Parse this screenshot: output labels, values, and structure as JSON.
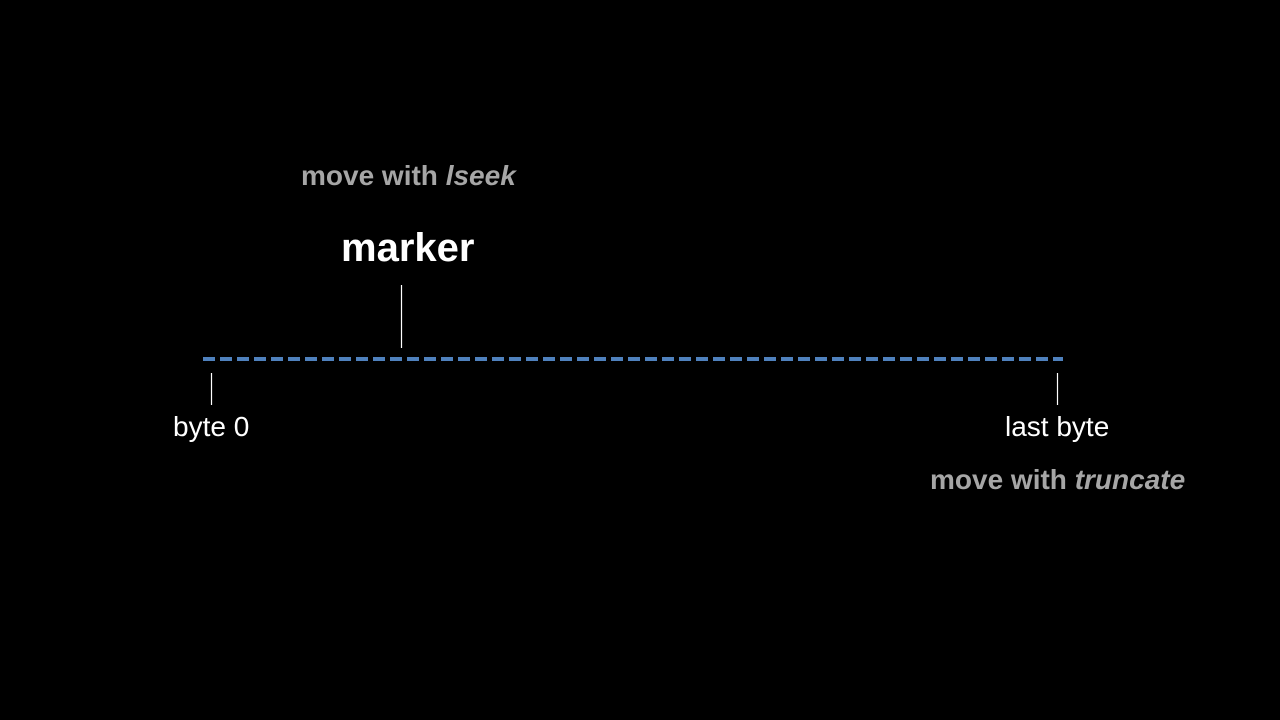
{
  "diagram": {
    "lseek_caption": {
      "prefix": "move with ",
      "emphasis": "lseek"
    },
    "marker_label": "marker",
    "start_label": "byte 0",
    "end_label": "last byte",
    "truncate_caption": {
      "prefix": "move with ",
      "emphasis": "truncate"
    }
  },
  "colors": {
    "background": "#000000",
    "file_line": "#4f81bd",
    "caption_text": "#a6a6a6",
    "label_text": "#ffffff",
    "tick": "#ffffff"
  }
}
